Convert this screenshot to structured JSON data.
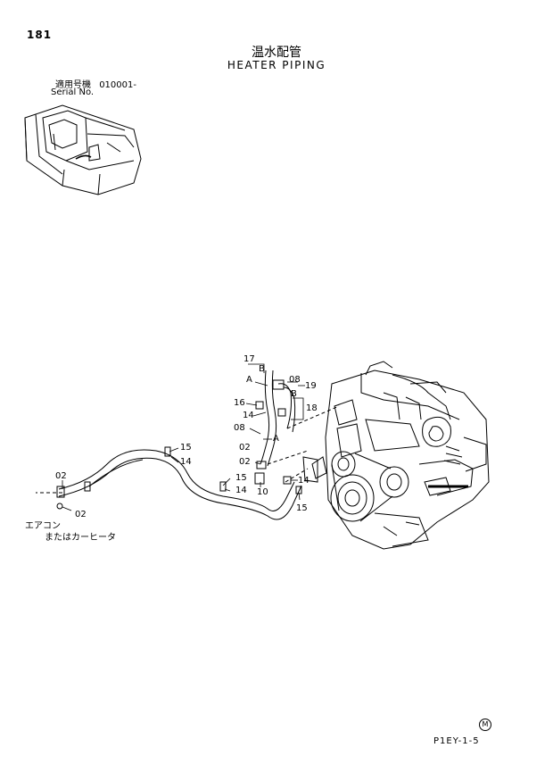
{
  "header": {
    "page_number": "181",
    "title_jp": "温水配管",
    "title_en": "HEATER PIPING",
    "serial_label_jp": "適用号機",
    "serial_value": "010001-",
    "serial_label_en": "Serial No."
  },
  "callouts": {
    "c17": "17",
    "cB_top": "B",
    "cA_top": "A",
    "c08_top": "08",
    "c19": "19",
    "cB_mid": "B",
    "c16": "16",
    "c18": "18",
    "c14_upper": "14",
    "c08_mid": "08",
    "cA_mid": "A",
    "c02_mid": "02",
    "c15_upper": "15",
    "c14_left": "14",
    "c02_right": "02",
    "c10": "10",
    "c02_left": "02",
    "c15_mid": "15",
    "c14_bottom": "14",
    "c14_right": "14",
    "c15_bottom": "15",
    "c02_bottom": "02"
  },
  "notes": {
    "aircon": "エアコン",
    "car_heater": "またはカーヒータ"
  },
  "footer": {
    "code": "P1EY-1-5",
    "mark": "M"
  }
}
